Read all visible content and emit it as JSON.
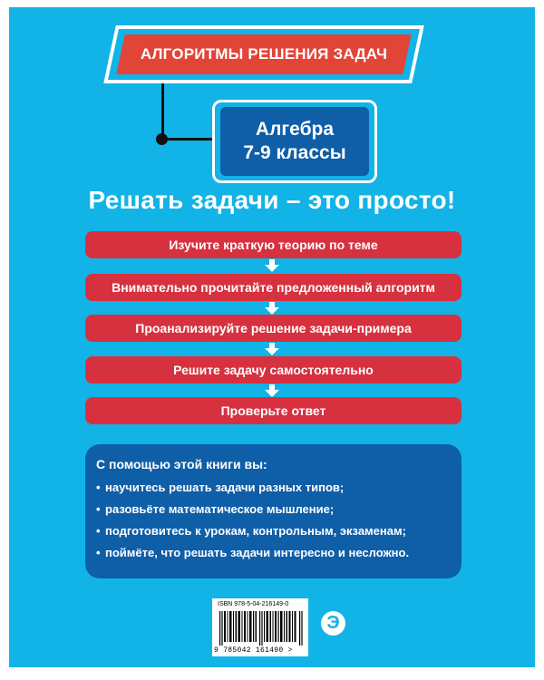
{
  "banner": {
    "title": "АЛГОРИТМЫ РЕШЕНИЯ ЗАДАЧ"
  },
  "subject": {
    "line1": "Алгебра",
    "line2": "7-9 классы"
  },
  "headline": "Решать задачи – это просто!",
  "steps": [
    "Изучите краткую теорию по теме",
    "Внимательно прочитайте предложенный алгоритм",
    "Проанализируйте решение задачи-примера",
    "Решите задачу самостоятельно",
    "Проверьте ответ"
  ],
  "info": {
    "title": "С помощью этой книги вы:",
    "bullet": "•",
    "items": [
      "научитесь решать задачи разных типов;",
      "разовьёте математическое мышление;",
      "подготовитесь к урокам, контрольным, экзаменам;",
      "поймёте, что решать задачи интересно и несложно."
    ]
  },
  "isbn": {
    "label": "ISBN 978-5-04-216149-0",
    "digits": "9 785042 161490 >"
  },
  "publisher_logo": "Э",
  "colors": {
    "background": "#12b3e6",
    "banner_red": "#e24537",
    "step_red": "#d7313f",
    "dark_blue": "#0f5ea8"
  }
}
